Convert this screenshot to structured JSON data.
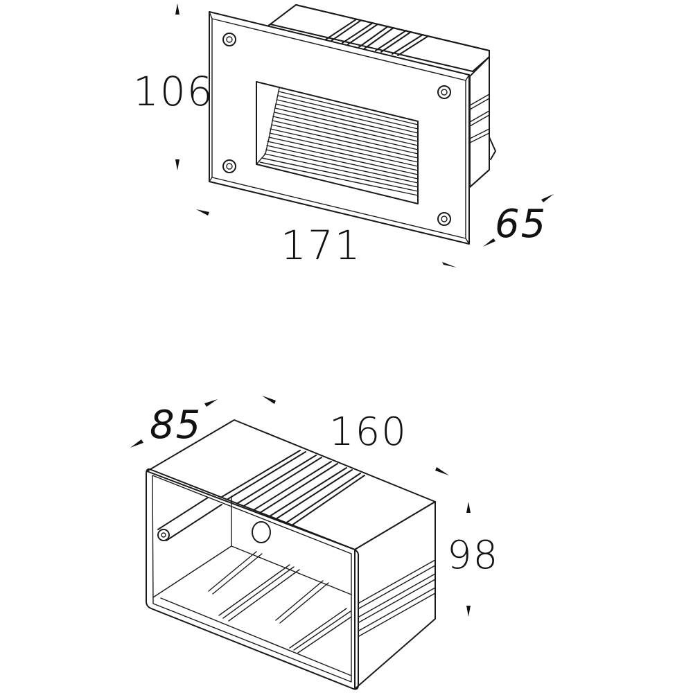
{
  "drawings": {
    "fixture": {
      "height_label": "106",
      "width_label": "171",
      "depth_label": "65"
    },
    "mounting_box": {
      "depth_label": "85",
      "width_label": "160",
      "height_label": "98"
    }
  },
  "colors": {
    "line": "#1a1a1a",
    "background": "#ffffff"
  }
}
